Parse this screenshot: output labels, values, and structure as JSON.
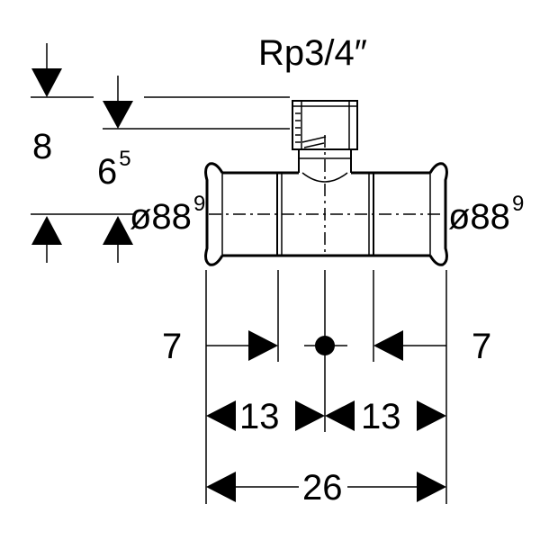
{
  "drawing": {
    "title": "Rp3/4″",
    "dimensions": {
      "branch_height": "8",
      "thread_offset_base": "6",
      "thread_offset_sup": "5",
      "left_diameter_base": "ø88",
      "left_diameter_sup": "9",
      "right_diameter_base": "ø88",
      "right_diameter_sup": "9",
      "left_insertion": "7",
      "right_insertion": "7",
      "left_half_length": "13",
      "right_half_length": "13",
      "overall_length": "26"
    }
  }
}
